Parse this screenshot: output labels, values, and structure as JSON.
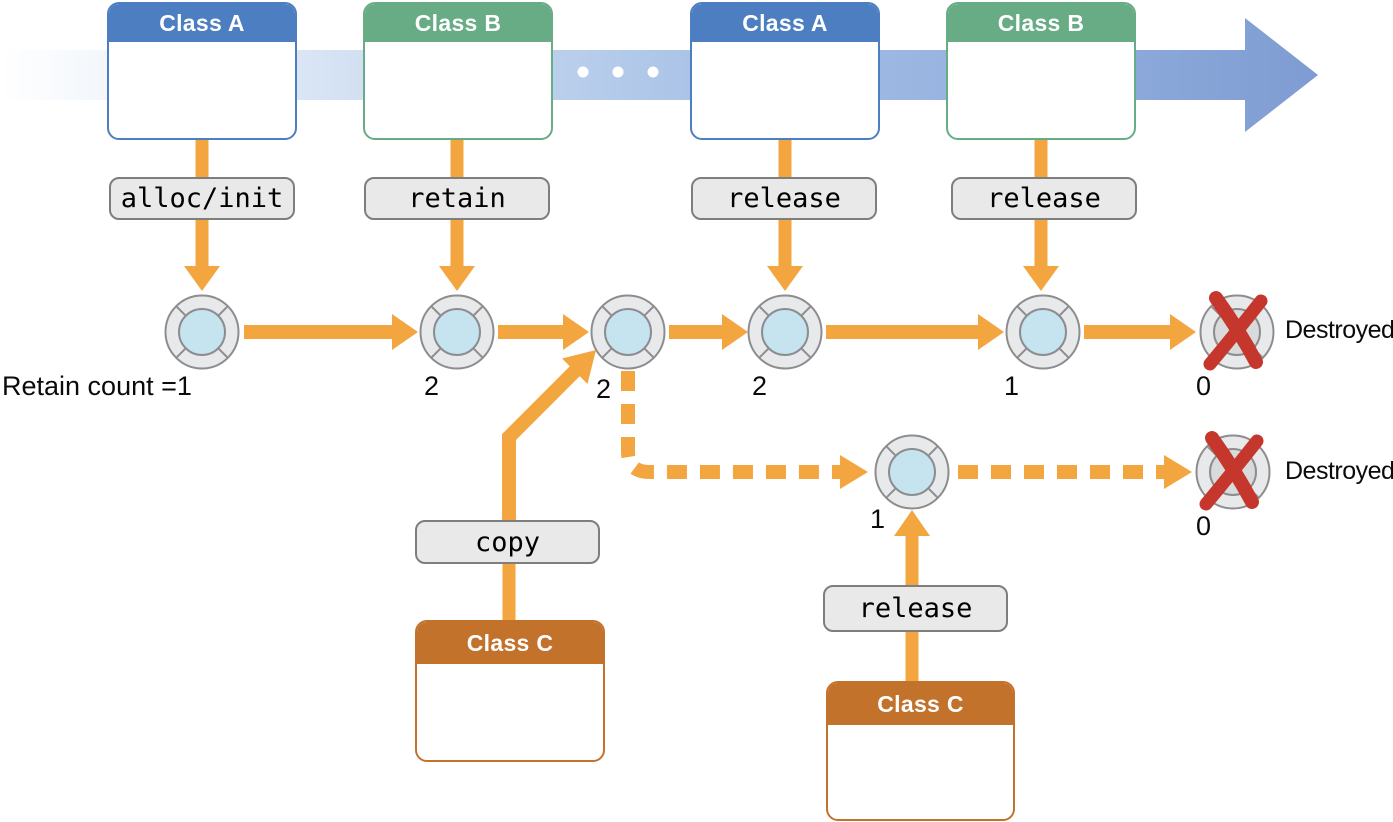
{
  "boxes": [
    {
      "label": "Class A",
      "action": "alloc/init",
      "theme": "blue"
    },
    {
      "label": "Class B",
      "action": "retain",
      "theme": "green"
    },
    {
      "label": "Class A",
      "action": "release",
      "theme": "blue"
    },
    {
      "label": "Class B",
      "action": "release",
      "theme": "green"
    },
    {
      "label": "Class C",
      "action": "copy",
      "theme": "orange"
    },
    {
      "label": "Class C",
      "action": "release",
      "theme": "orange"
    }
  ],
  "counts": {
    "main": [
      "Retain count =1",
      "2",
      "2",
      "2",
      "1",
      "0"
    ],
    "copy_branch": [
      "1",
      "0"
    ]
  },
  "destroyed": {
    "main": "Destroyed",
    "copy": "Destroyed"
  },
  "icons": {
    "timeline_arrow": "blue gradient right-arrow band",
    "ellipsis_dots": "three white dots on timeline",
    "object_ring": "gray ring with light-blue core (live object)",
    "destroyed_object_ring": "gray ring with gray core",
    "red_x": "red brush X over destroyed object",
    "flow_arrow": "solid orange arrow",
    "dashed_flow_arrow": "dashed orange arrow for copied object lifeline"
  },
  "colors": {
    "class_a_header": "#4C7EC1",
    "class_b_header": "#67AC84",
    "class_c_header": "#C3722C",
    "arrow_orange": "#F3A640",
    "timeline_blue_end": "#7E9CD2",
    "timeline_blue_mid": "#A6C1E6",
    "pill_fill": "#E9E9E9",
    "pill_border": "#7E7E7E",
    "object_core_blue": "#C5E4F0",
    "object_core_gray": "#D9DADB",
    "ring_fill": "#E8E9EA",
    "ring_stroke": "#8D8D8F",
    "destroyed_red": "#C5362C"
  }
}
